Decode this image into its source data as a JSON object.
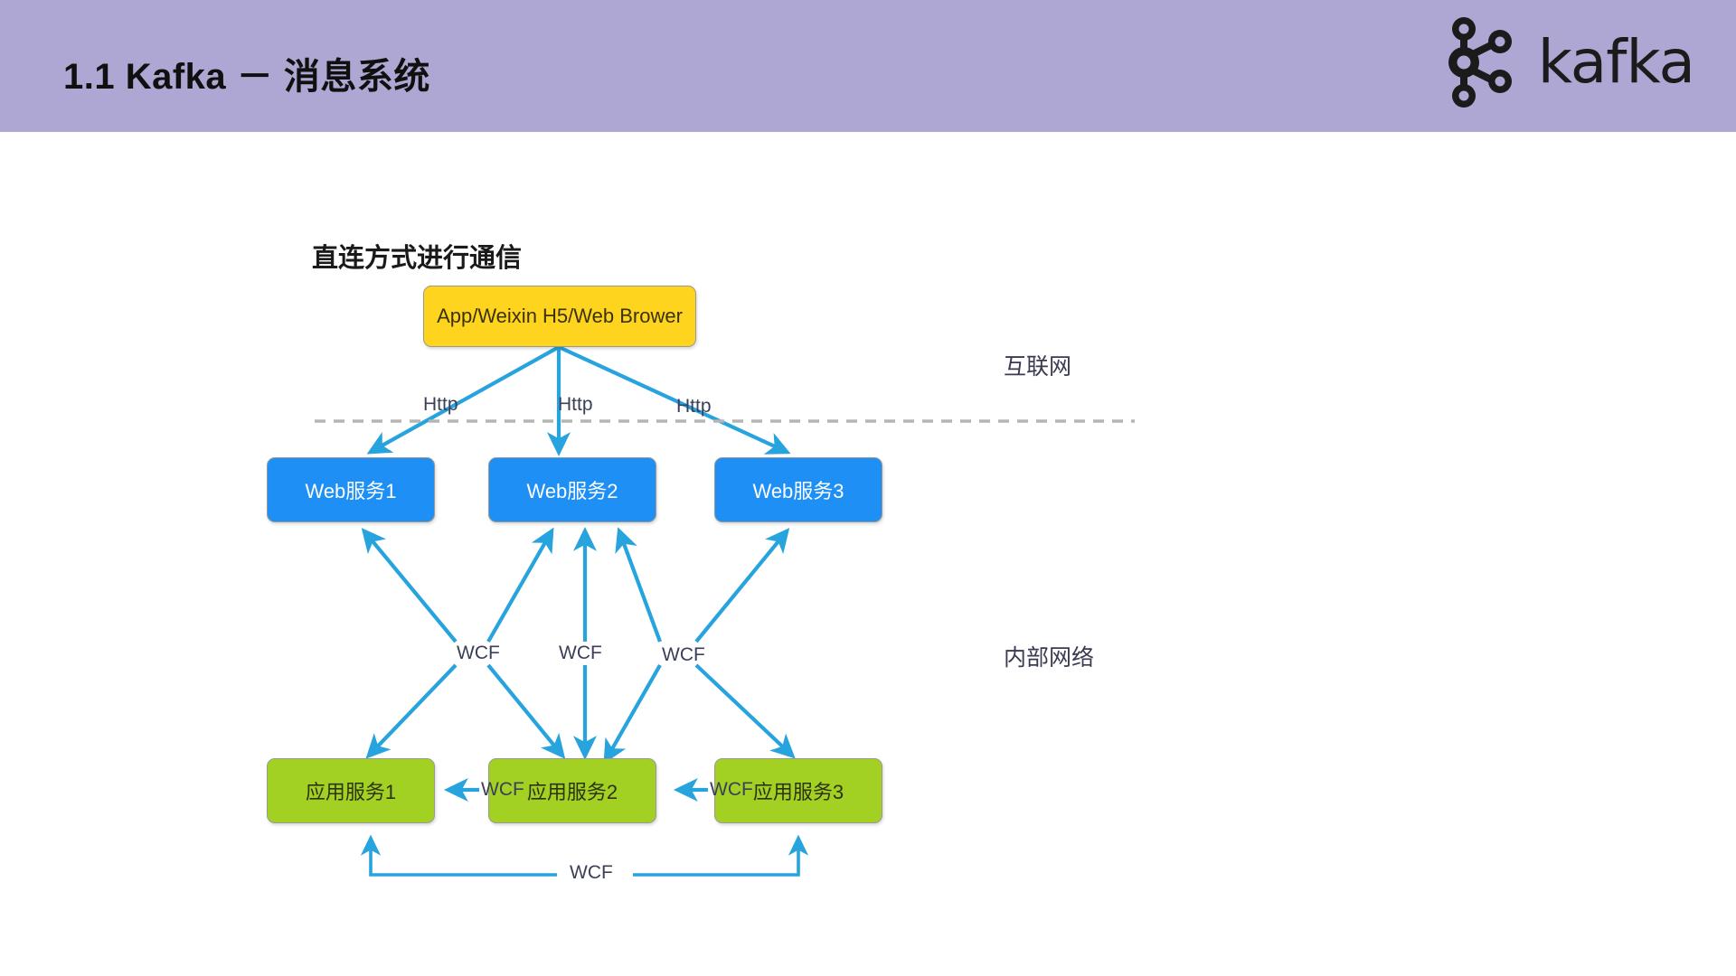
{
  "header": {
    "title": "1.1 Kafka － 消息系统",
    "bg_color": "#aea7d3",
    "logo": {
      "name": "kafka-logo",
      "wordmark": "kafka",
      "icon": "kafka-node-graph-icon",
      "color": "#1b1b1b"
    }
  },
  "diagram": {
    "heading": "直连方式进行通信",
    "colors": {
      "client": "#ffd41f",
      "web": "#1e90f5",
      "app": "#a2d124",
      "arrow": "#27a3dd",
      "divider": "#b5b5b5"
    },
    "zones": [
      {
        "id": "internet",
        "label": "互联网"
      },
      {
        "id": "internal",
        "label": "内部网络"
      }
    ],
    "client_node": {
      "id": "client",
      "label": "App/Weixin H5/Web Brower"
    },
    "web_nodes": [
      {
        "id": "web1",
        "label": "Web服务1"
      },
      {
        "id": "web2",
        "label": "Web服务2"
      },
      {
        "id": "web3",
        "label": "Web服务3"
      }
    ],
    "app_nodes": [
      {
        "id": "app1",
        "label": "应用服务1"
      },
      {
        "id": "app2",
        "label": "应用服务2"
      },
      {
        "id": "app3",
        "label": "应用服务3"
      }
    ],
    "http_labels": [
      {
        "id": "http-1",
        "label": "Http"
      },
      {
        "id": "http-2",
        "label": "Http"
      },
      {
        "id": "http-3",
        "label": "Http"
      }
    ],
    "wcf_mid_labels": [
      {
        "id": "wcf-mid-1",
        "label": "WCF"
      },
      {
        "id": "wcf-mid-2",
        "label": "WCF"
      },
      {
        "id": "wcf-mid-3",
        "label": "WCF"
      }
    ],
    "wcf_row_labels": [
      {
        "id": "wcf-row-1",
        "label": "WCF"
      },
      {
        "id": "wcf-row-2",
        "label": "WCF"
      }
    ],
    "wcf_bottom_label": {
      "id": "wcf-bottom",
      "label": "WCF"
    }
  }
}
